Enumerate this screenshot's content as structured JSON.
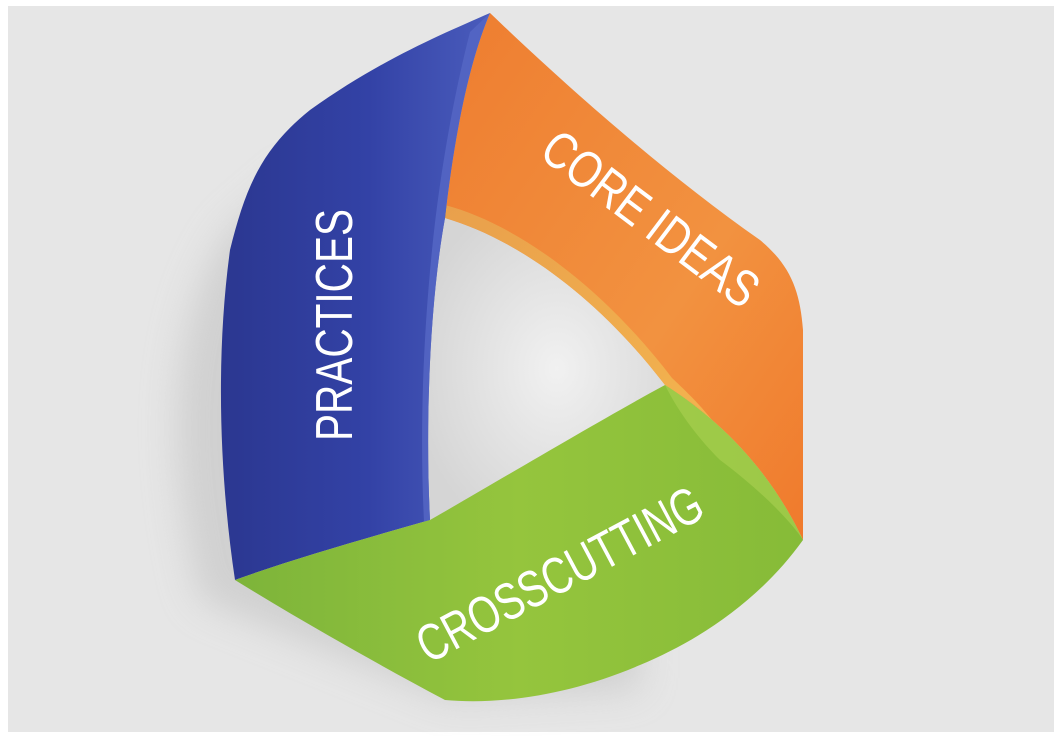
{
  "diagram": {
    "bands": [
      {
        "id": "practices",
        "label": "PRACTICES",
        "color": "#2e3b9c"
      },
      {
        "id": "core-ideas",
        "label": "CORE IDEAS",
        "color": "#f08a3a"
      },
      {
        "id": "crosscutting",
        "label": "CROSSCUTTING",
        "color": "#8dc03b"
      }
    ],
    "colors": {
      "background": "#e6e6e6",
      "label_text": "#ffffff"
    }
  }
}
